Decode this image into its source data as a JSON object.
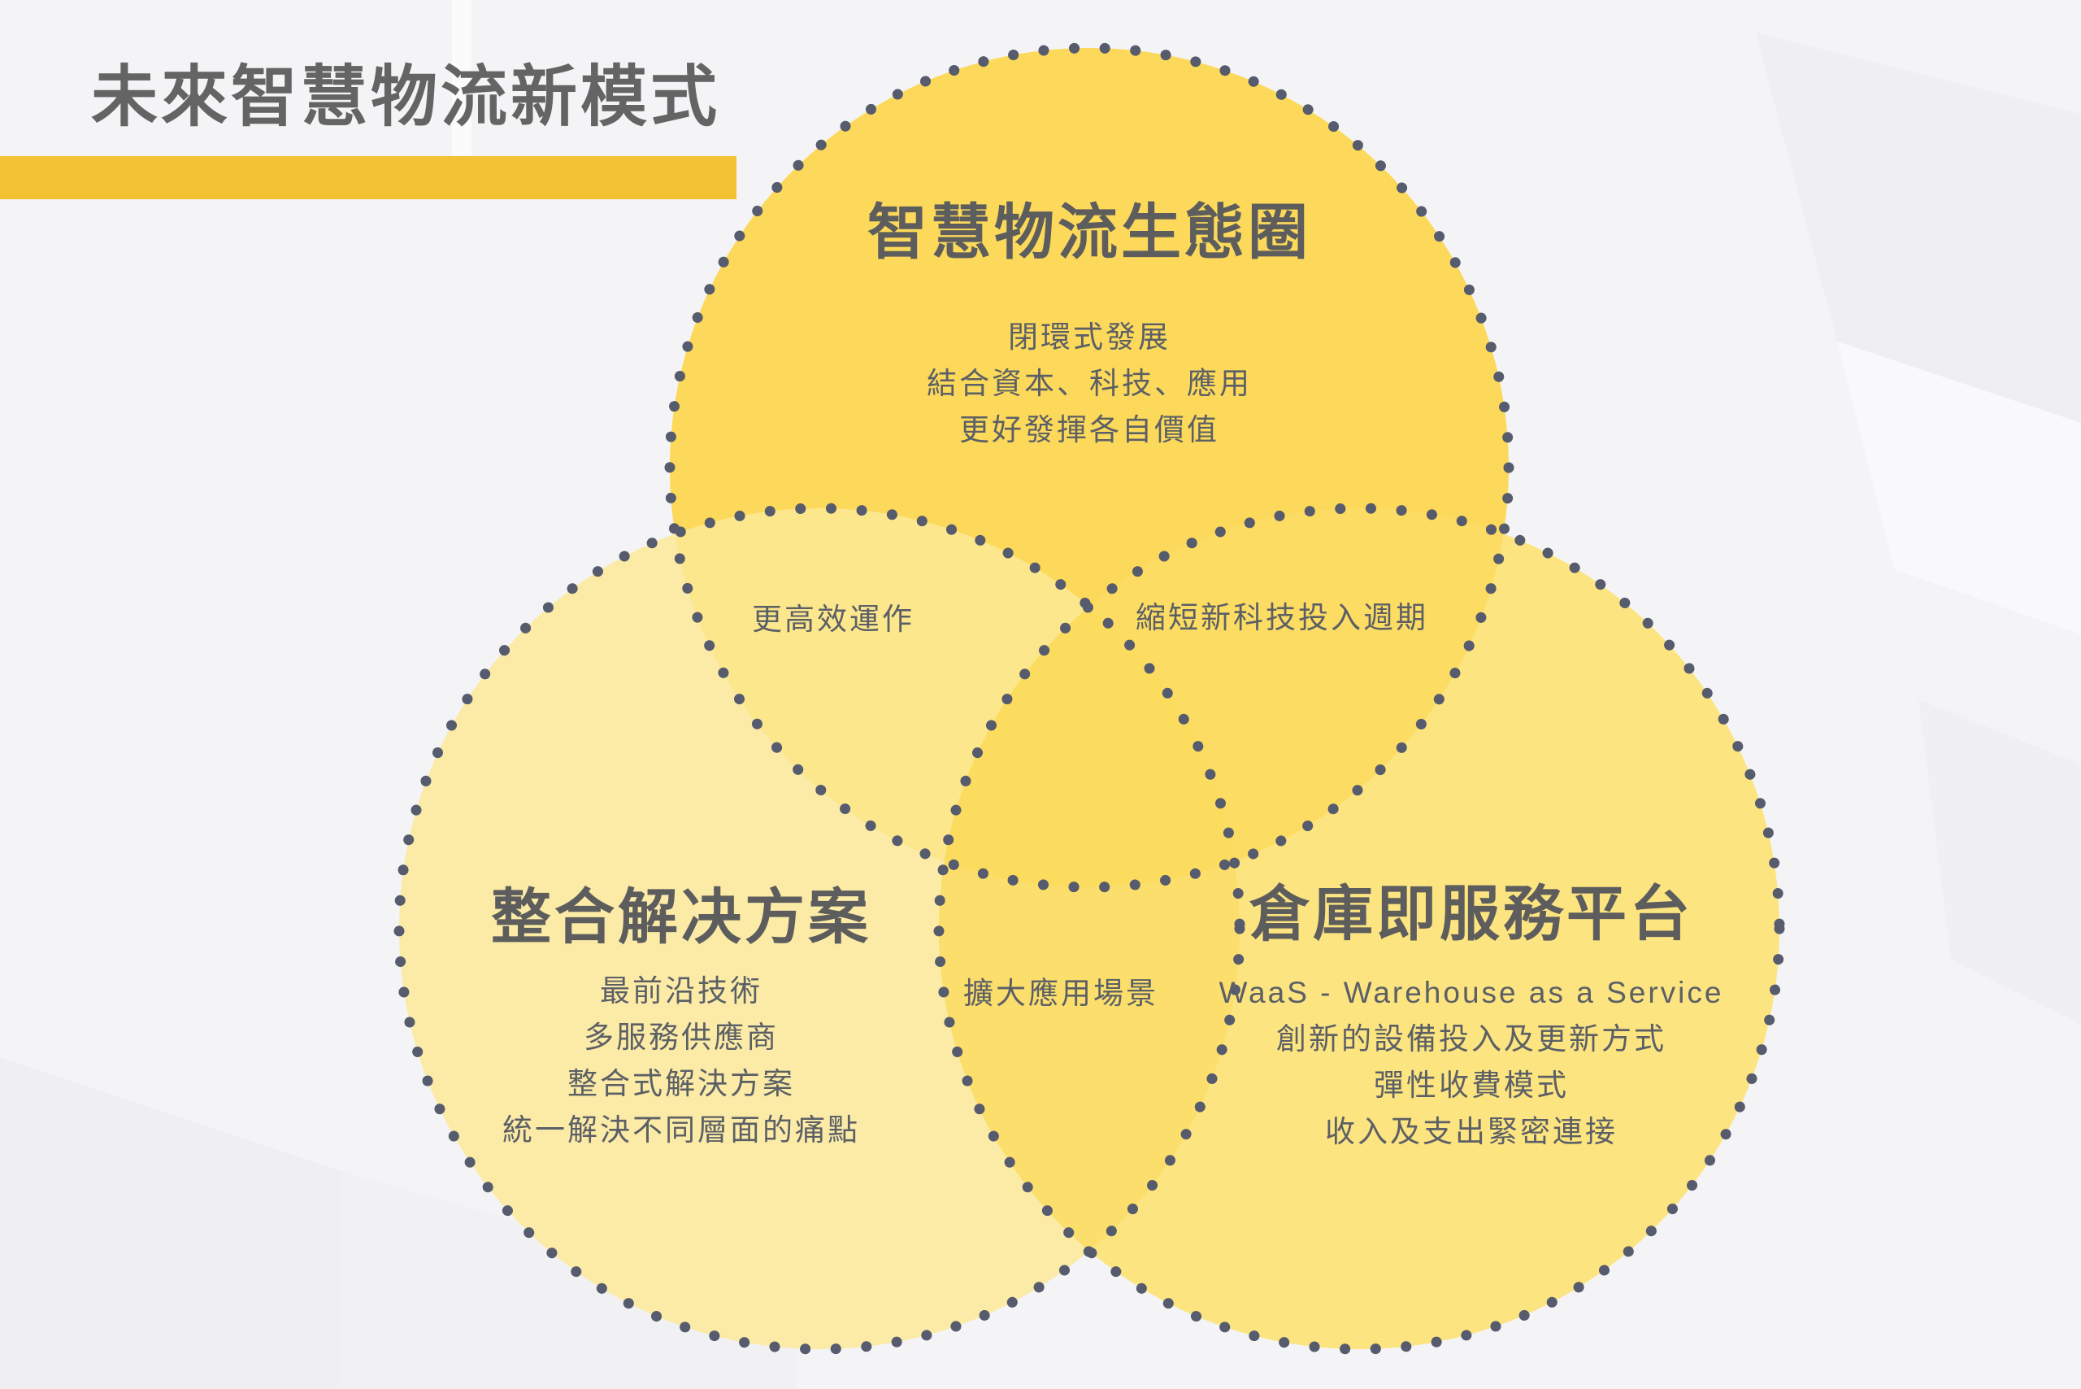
{
  "page": {
    "title": "未來智慧物流新模式"
  },
  "colors": {
    "background": "#f4f4f6",
    "accent_bar": "#f2c233",
    "dot_border": "#565b6d",
    "circle_top": "#fcd95a",
    "circle_left": "#fbeba7",
    "circle_right": "#fce480",
    "overlap_top_left": "#fce78d",
    "overlap_top_right": "#fcdc63",
    "overlap_left_right": "#fbde6b",
    "overlap_center": "#fcdc5e",
    "title_text": "#646464",
    "heading_text": "#5d5d5d",
    "body_text": "#5c6066"
  },
  "diagram": {
    "circles": [
      {
        "id": "ecosystem",
        "title": "智慧物流生態圈",
        "lines": [
          "閉環式發展",
          "結合資本、科技、應用",
          "更好發揮各自價值"
        ]
      },
      {
        "id": "integrated-solution",
        "title": "整合解决方案",
        "lines": [
          "最前沿技術",
          "多服務供應商",
          "整合式解決方案",
          "統一解決不同層面的痛點"
        ]
      },
      {
        "id": "waas-platform",
        "title": "倉庫即服務平台",
        "lines": [
          "WaaS - Warehouse as a Service",
          "創新的設備投入及更新方式",
          "彈性收費模式",
          "收入及支出緊密連接"
        ]
      }
    ],
    "overlaps": {
      "top_left": "更高效運作",
      "top_right": "縮短新科技投入週期",
      "left_right": "擴大應用場景"
    }
  }
}
